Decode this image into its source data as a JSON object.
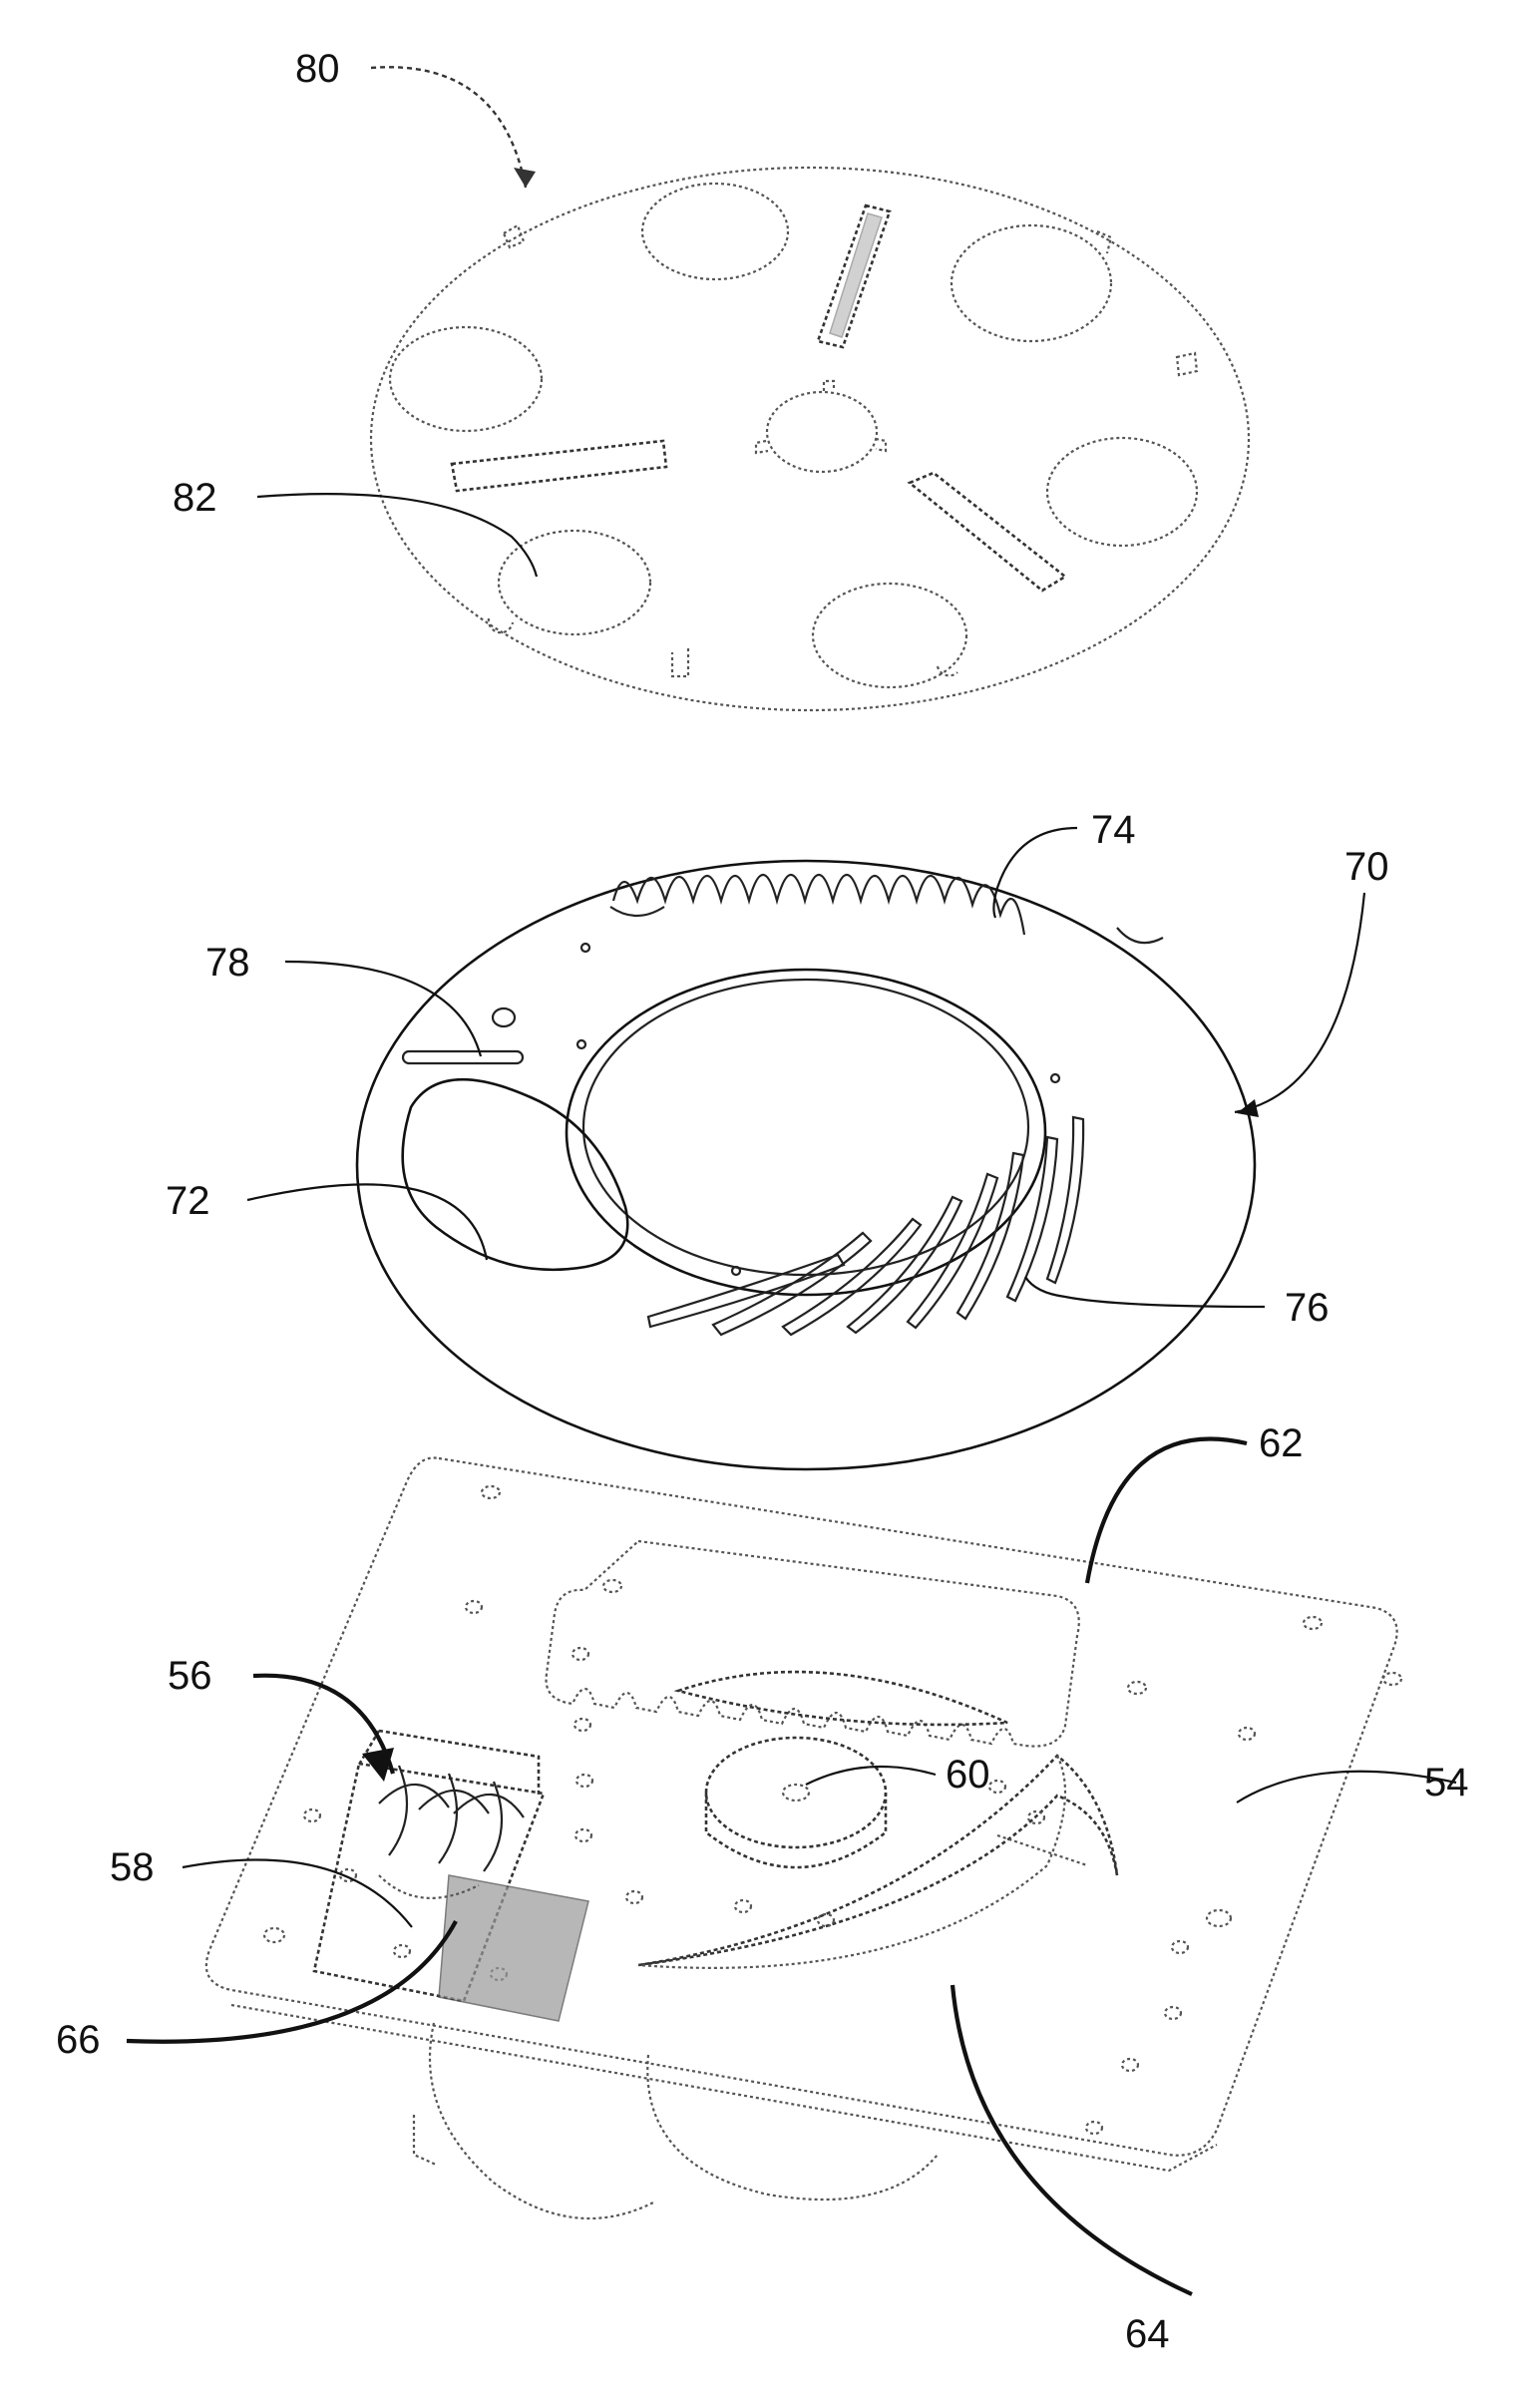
{
  "figure": {
    "reference_labels": [
      {
        "id": "label-80",
        "text": "80"
      },
      {
        "id": "label-82",
        "text": "82"
      },
      {
        "id": "label-74",
        "text": "74"
      },
      {
        "id": "label-70",
        "text": "70"
      },
      {
        "id": "label-78",
        "text": "78"
      },
      {
        "id": "label-72",
        "text": "72"
      },
      {
        "id": "label-76",
        "text": "76"
      },
      {
        "id": "label-62",
        "text": "62"
      },
      {
        "id": "label-56",
        "text": "56"
      },
      {
        "id": "label-60",
        "text": "60"
      },
      {
        "id": "label-54",
        "text": "54"
      },
      {
        "id": "label-58",
        "text": "58"
      },
      {
        "id": "label-66",
        "text": "66"
      },
      {
        "id": "label-64",
        "text": "64"
      }
    ],
    "colors": {
      "line": "#111111",
      "dotted": "#555555",
      "background": "#ffffff"
    }
  }
}
